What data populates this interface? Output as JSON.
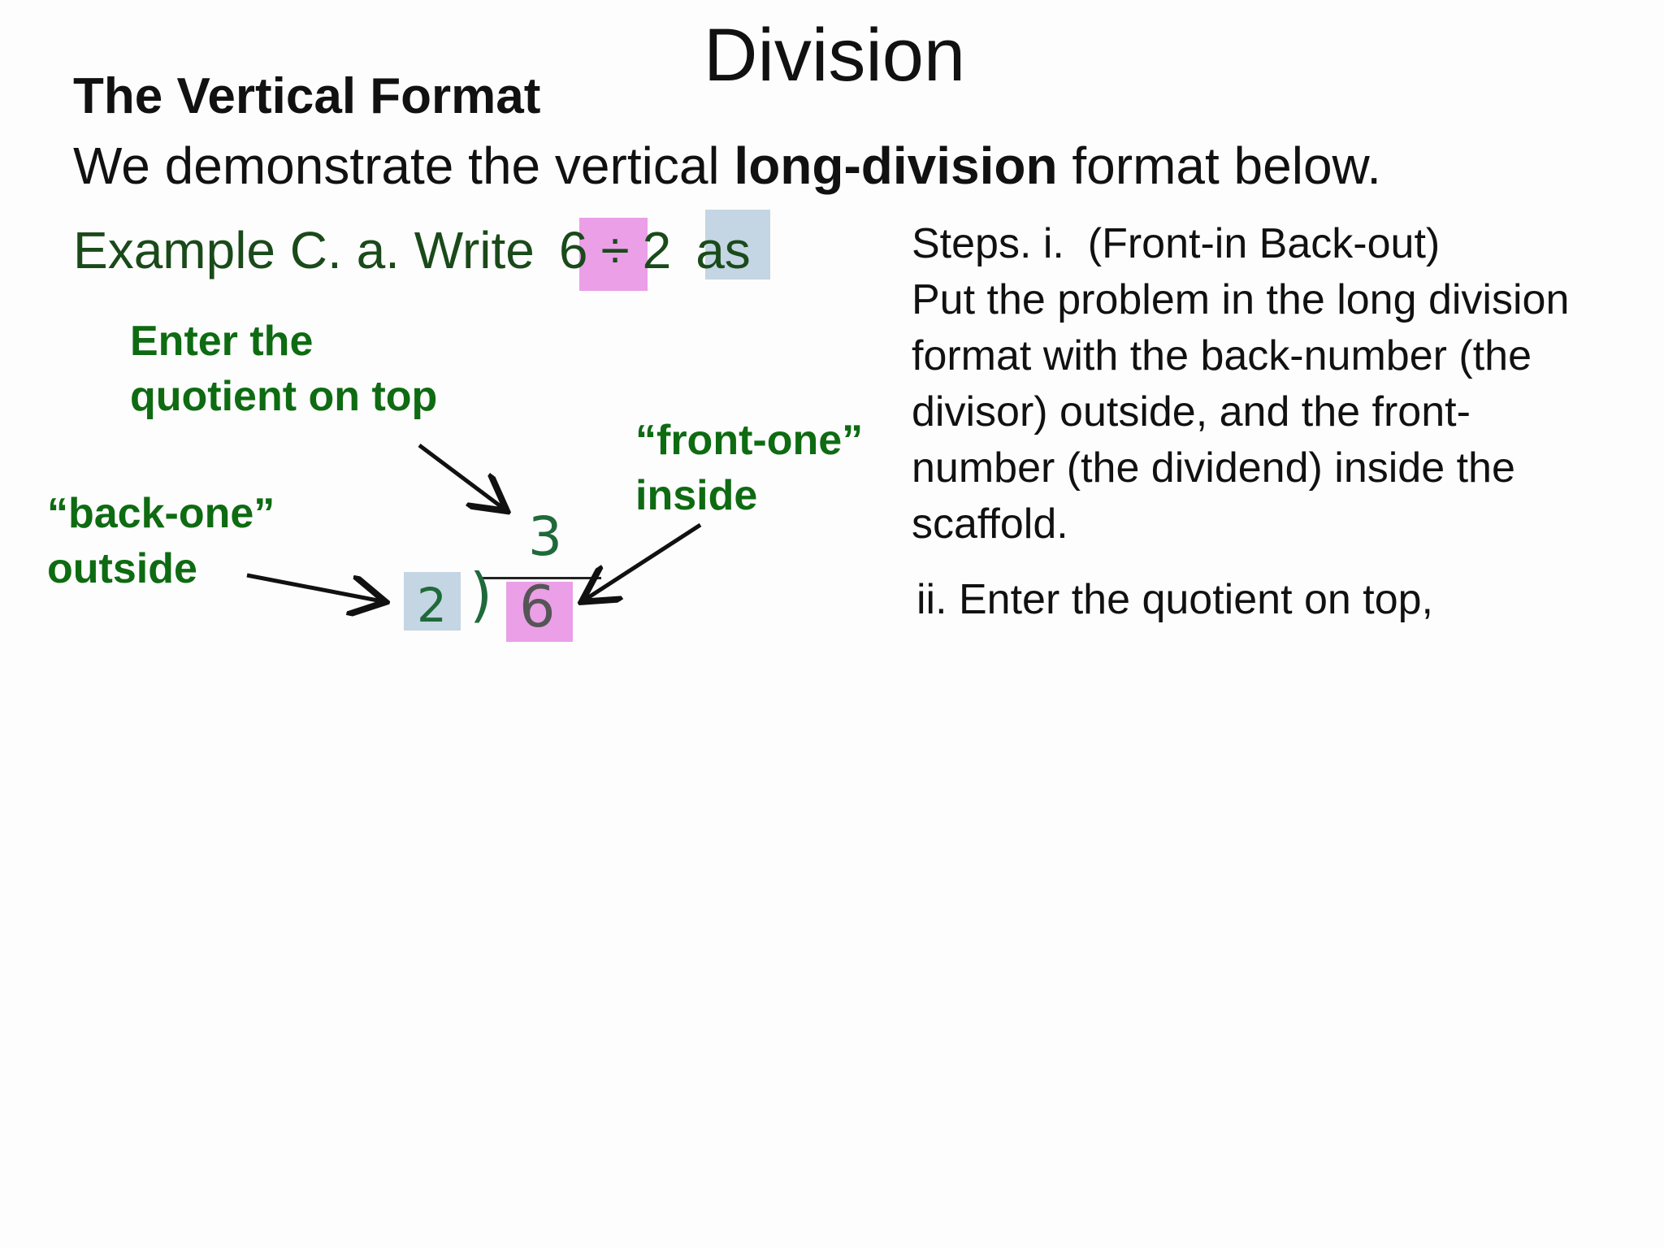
{
  "slide": {
    "title": "Division",
    "subtitle": "The Vertical Format",
    "intro": {
      "before": "We demonstrate the vertical ",
      "bold": "long-division",
      "after": " format below."
    },
    "example": {
      "prefix": "Example C. a. Write",
      "dividend": "6",
      "operator": "÷",
      "divisor": "2",
      "suffix": "as"
    },
    "callouts": {
      "quotient": "Enter the\nquotient on top",
      "front": "“front-one”\ninside",
      "back": "“back-one”\noutside"
    },
    "scaffold": {
      "divisor": "2",
      "paren": ")",
      "dividend": "6",
      "quotient": "3"
    },
    "steps": {
      "step1": "Steps. i.  (Front-in Back-out)\nPut the problem in the long division\nformat with the back-number (the\ndivisor) outside, and the front-\nnumber (the dividend) inside the\nscaffold.",
      "step2": "ii. Enter the quotient on top,"
    },
    "colors": {
      "highlight_dividend": "#ea9fe7",
      "highlight_divisor": "#c4d5e3",
      "callout_green": "#0e6b12"
    }
  }
}
